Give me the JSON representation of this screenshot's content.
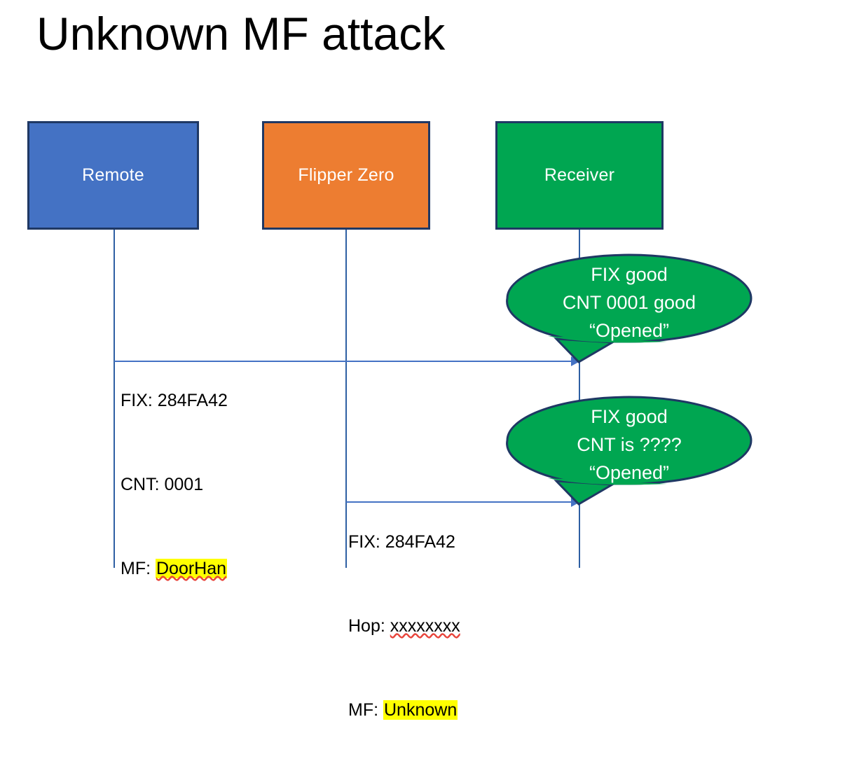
{
  "slide": {
    "title": "Unknown MF attack",
    "background": "#ffffff"
  },
  "colors": {
    "remote_fill": "#4472C4",
    "flipper_fill": "#ED7D31",
    "receiver_fill": "#00A651",
    "box_border": "#1F3864",
    "lifeline": "#2E5FA3",
    "arrow": "#4472C4",
    "highlight": "#FFFF00",
    "bubble_fill": "#00A651",
    "bubble_border": "#1F3864",
    "text": "#000000",
    "box_text": "#ffffff"
  },
  "actors": [
    {
      "id": "remote",
      "label": "Remote"
    },
    {
      "id": "flipper",
      "label": "Flipper Zero"
    },
    {
      "id": "receiver",
      "label": "Receiver"
    }
  ],
  "messages": [
    {
      "id": "msg-remote-to-receiver",
      "from": "remote",
      "to": "receiver",
      "lines": [
        {
          "prefix": "FIX: ",
          "value": "284FA42",
          "highlighted": false,
          "misspelled": false
        },
        {
          "prefix": "CNT: ",
          "value": "0001",
          "highlighted": false,
          "misspelled": false
        },
        {
          "prefix": "MF: ",
          "value": "DoorHan",
          "highlighted": true,
          "misspelled": true
        }
      ]
    },
    {
      "id": "msg-flipper-to-receiver",
      "from": "flipper",
      "to": "receiver",
      "lines": [
        {
          "prefix": "FIX: ",
          "value": "284FA42",
          "highlighted": false,
          "misspelled": false
        },
        {
          "prefix": "Hop: ",
          "value": "xxxxxxxx",
          "highlighted": false,
          "misspelled": true
        },
        {
          "prefix": "MF: ",
          "value": "Unknown",
          "highlighted": true,
          "misspelled": false
        }
      ]
    }
  ],
  "bubbles": [
    {
      "id": "bubble-first-reply",
      "attached_to": "receiver",
      "lines": [
        "FIX good",
        "CNT 0001 good",
        "“Opened”"
      ]
    },
    {
      "id": "bubble-second-reply",
      "attached_to": "receiver",
      "lines": [
        "FIX good",
        "CNT is ????",
        "“Opened”"
      ]
    }
  ]
}
